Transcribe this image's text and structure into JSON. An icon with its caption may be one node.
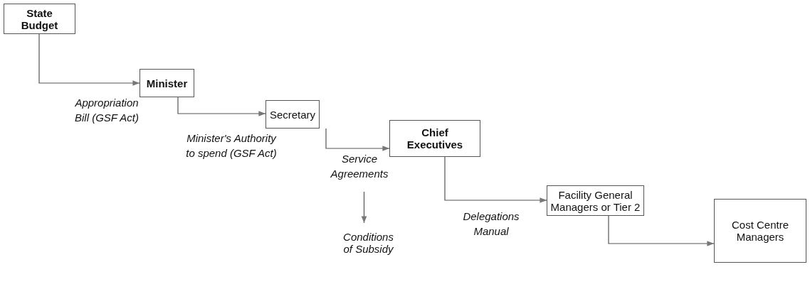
{
  "diagram": {
    "nodes": [
      {
        "text": [
          "State Budget"
        ]
      },
      {
        "text": [
          "Minister"
        ]
      },
      {
        "text": [
          "Secretary"
        ]
      },
      {
        "text": [
          "Chief Executives"
        ]
      },
      {
        "text": [
          "Facility General Managers or Tier 2"
        ]
      },
      {
        "text": [
          "Cost Centre Managers"
        ]
      },
      {
        "text": [
          "Conditions of Subsidy"
        ]
      }
    ],
    "edges": [
      {
        "from": 0,
        "to": 1,
        "arrow": "to",
        "label": "Appropriation Bill (GSF Act)"
      },
      {
        "from": 1,
        "to": 2,
        "arrow": "to",
        "label": "Minister's Authority to spend (GSF Act)"
      },
      {
        "from": 2,
        "to": 3,
        "arrow": "to",
        "label": "Service Agreements"
      },
      {
        "from": 3,
        "to": 4,
        "arrow": "to",
        "label": "Delegations Manual"
      },
      {
        "from": 4,
        "to": 5,
        "arrow": "to"
      },
      {
        "from": null,
        "to": 6,
        "arrow": "to"
      }
    ]
  }
}
